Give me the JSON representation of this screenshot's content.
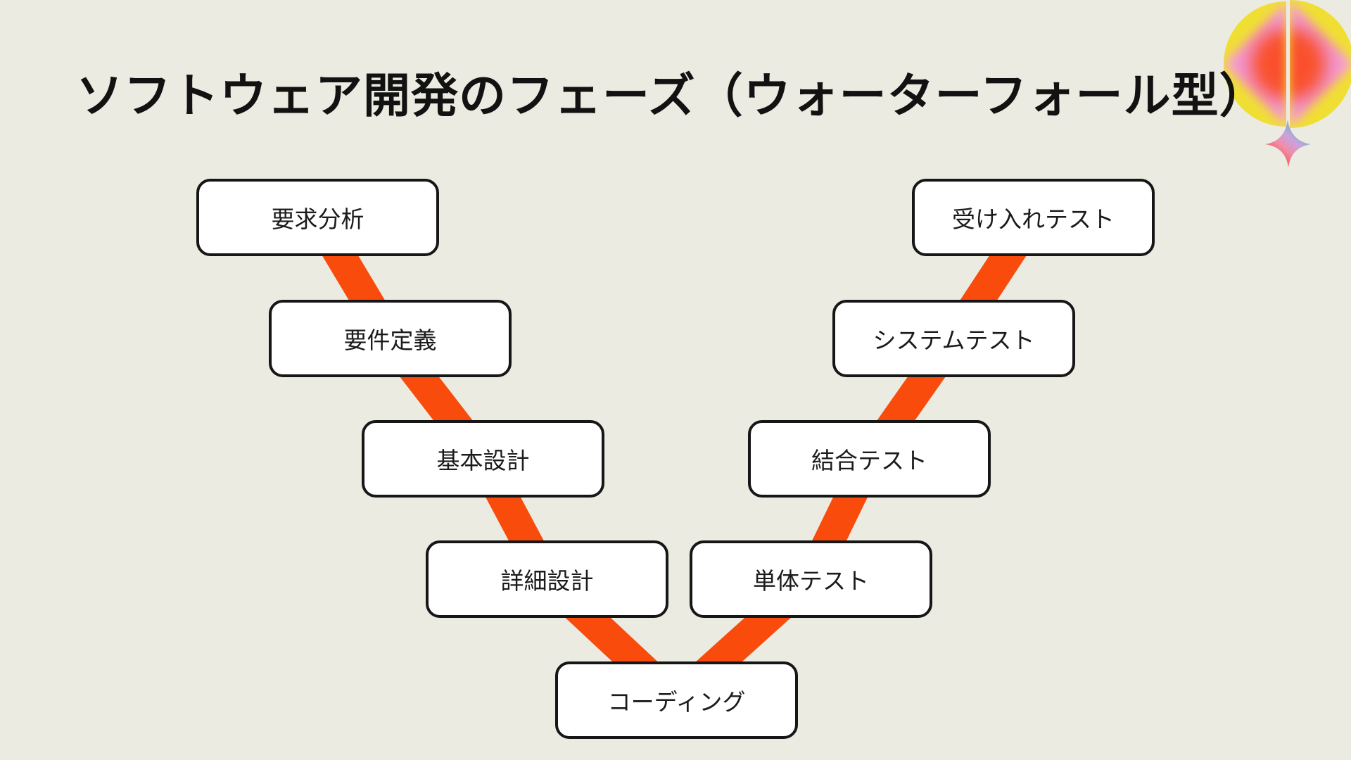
{
  "slide": {
    "title": "ソフトウェア開発のフェーズ（ウォーターフォール型）",
    "background_color": "#ECEBE1"
  },
  "diagram": {
    "model": "waterfall-v-layout",
    "connector_color": "#F84B0C",
    "box_fill_color": "#FFFFFF",
    "box_border_color": "#161616",
    "boxes": [
      {
        "label": "要求分析"
      },
      {
        "label": "要件定義"
      },
      {
        "label": "基本設計"
      },
      {
        "label": "詳細設計"
      },
      {
        "label": "コーディング"
      },
      {
        "label": "単体テスト"
      },
      {
        "label": "結合テスト"
      },
      {
        "label": "システムテスト"
      },
      {
        "label": "受け入れテスト"
      }
    ],
    "flow_order": [
      "要求分析",
      "要件定義",
      "基本設計",
      "詳細設計",
      "コーディング",
      "単体テスト",
      "結合テスト",
      "システムテスト",
      "受け入れテスト"
    ]
  },
  "decoration": {
    "name": "corner-gradient-circles-and-sparkle",
    "colors": {
      "yellow": "#F0DF33",
      "pink": "#F6A3D4",
      "red": "#FA4A2E",
      "teal": "#3FBFA2",
      "lavender": "#C8A3DF",
      "sparkle_red": "#F23B25"
    }
  }
}
